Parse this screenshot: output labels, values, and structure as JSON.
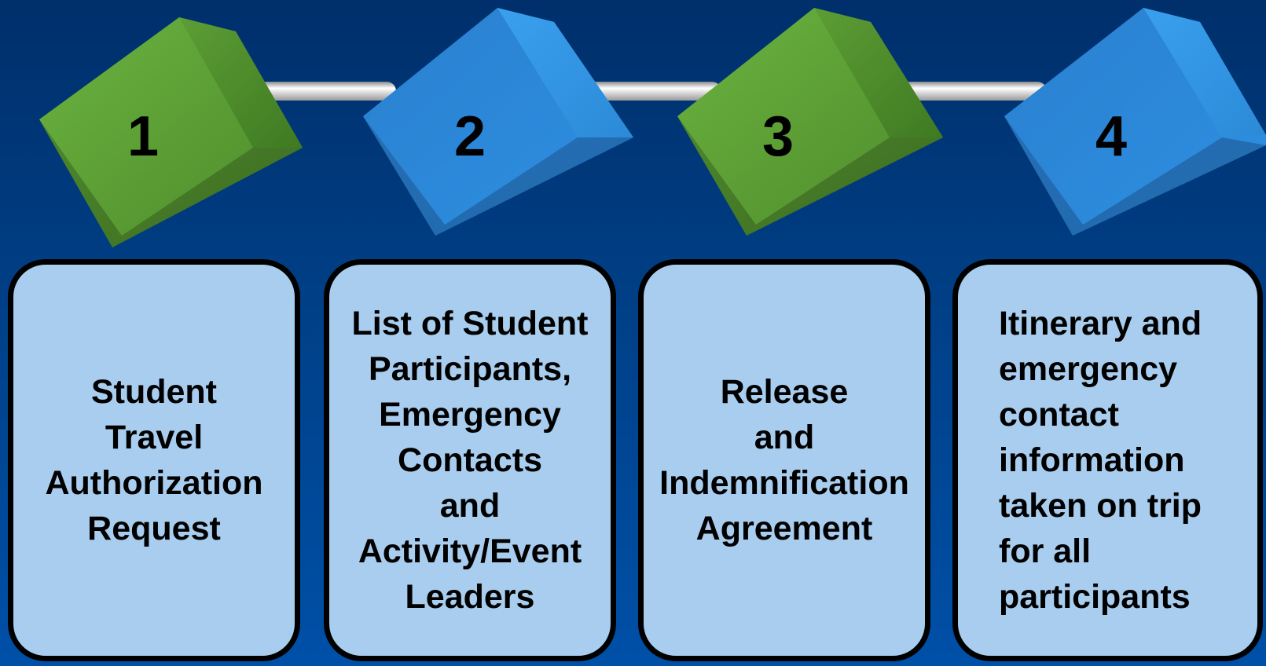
{
  "colors": {
    "green_cube": "#62a33a",
    "blue_cube": "#2e8fe0",
    "card_fill": "#a9cdee",
    "card_border": "#000000"
  },
  "steps": [
    {
      "number": "1",
      "cube_color": "green",
      "label": "Student\nTravel\nAuthorization\nRequest"
    },
    {
      "number": "2",
      "cube_color": "blue",
      "label": "List of Student\nParticipants,\nEmergency\nContacts\nand\nActivity/Event\nLeaders"
    },
    {
      "number": "3",
      "cube_color": "green",
      "label": "Release\nand\nIndemnification\nAgreement"
    },
    {
      "number": "4",
      "cube_color": "blue",
      "label": "Itinerary and\nemergency\ncontact\ninformation\ntaken on trip\nfor all\nparticipants"
    }
  ]
}
